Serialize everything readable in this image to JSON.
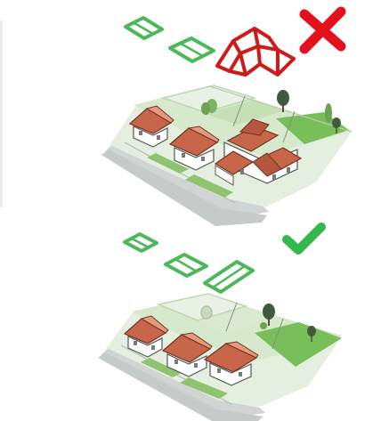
{
  "diagram": {
    "top_panel": {
      "verdict": "rejected",
      "verdict_icon": "cross-icon",
      "outlines": [
        "small-footprint-outline",
        "small-footprint-outline",
        "large-complex-roof-outline"
      ]
    },
    "bottom_panel": {
      "verdict": "approved",
      "verdict_icon": "check-icon",
      "outlines": [
        "small-footprint-outline",
        "small-footprint-outline",
        "elongated-footprint-outline"
      ]
    },
    "colors": {
      "reject": "#e2111b",
      "approve": "#33b84d",
      "outline_good": "#4cb85a",
      "outline_bad": "#cc1b1b",
      "roof": "#c8664a",
      "lawn": "#86c567",
      "yard_light": "#d8ebcf",
      "road": "#cfd3d1",
      "tree": "#3f5a3c"
    }
  }
}
